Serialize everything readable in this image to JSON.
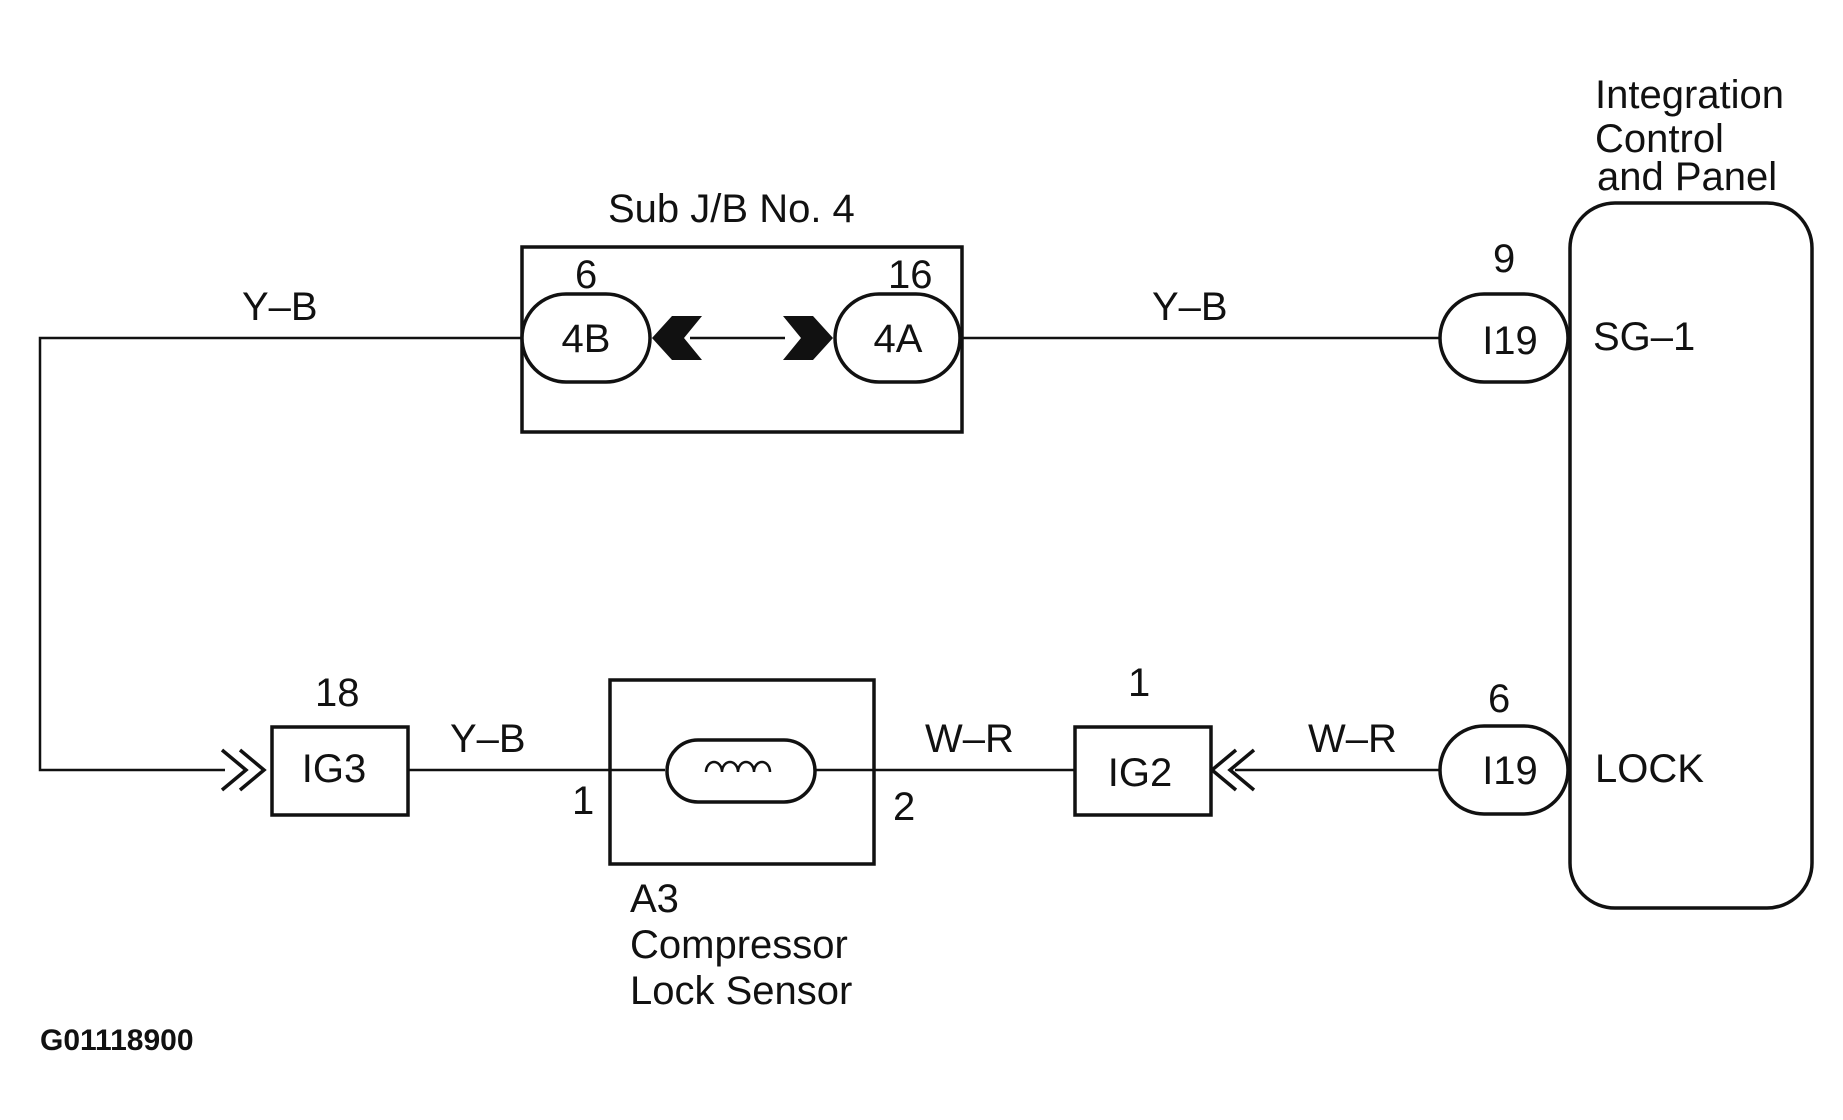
{
  "diagram_code": "G01118900",
  "sub_jb": {
    "title": "Sub J/B No. 4",
    "left_pin": "6",
    "left_connector": "4B",
    "right_pin": "16",
    "right_connector": "4A"
  },
  "panel": {
    "title_line1": "Integration",
    "title_line2": "Control",
    "title_line3": "and Panel",
    "terminal_top": "SG–1",
    "terminal_bottom": "LOCK"
  },
  "connectors": {
    "i19_top": {
      "pin": "9",
      "label": "I19"
    },
    "i19_bottom": {
      "pin": "6",
      "label": "I19"
    },
    "ig3": {
      "pin": "18",
      "label": "IG3"
    },
    "ig2": {
      "pin": "1",
      "label": "IG2"
    }
  },
  "sensor": {
    "code": "A3",
    "name_line1": "Compressor",
    "name_line2": "Lock Sensor",
    "pin_left": "1",
    "pin_right": "2"
  },
  "wires": {
    "top_left": "Y–B",
    "top_right": "Y–B",
    "bottom_left": "Y–B",
    "bottom_mid": "W–R",
    "bottom_right": "W–R"
  }
}
